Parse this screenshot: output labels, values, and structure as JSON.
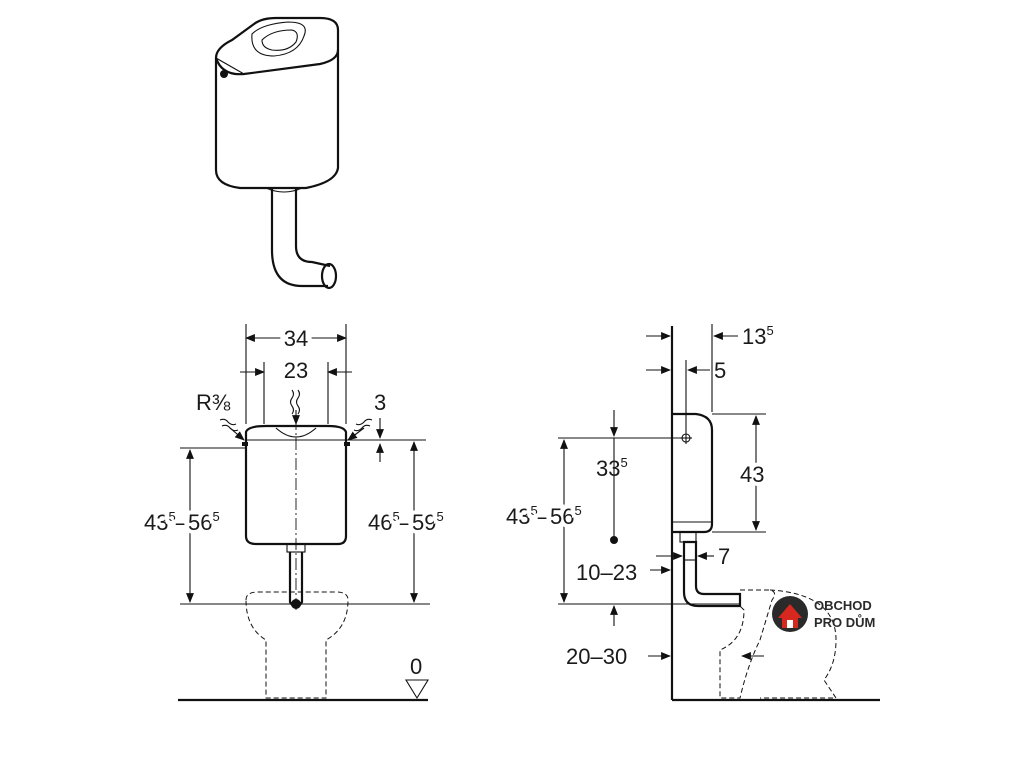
{
  "front_view": {
    "width_outer": "34",
    "width_inner": "23",
    "connection": "R⅜",
    "lid_offset": "3",
    "height_left": {
      "base": "43",
      "sup1": "5",
      "sep": "–",
      "base2": "56",
      "sup2": "5"
    },
    "height_right": {
      "base": "46",
      "sup1": "5",
      "sep": "–",
      "base2": "59",
      "sup2": "5"
    },
    "floor_level": "0"
  },
  "side_view": {
    "wall_offset": {
      "base": "13",
      "sup": "5"
    },
    "depth": "5",
    "tank_height": "43",
    "inlet_height": {
      "base": "33",
      "sup": "5"
    },
    "height": {
      "base": "43",
      "sup1": "5",
      "sep": "–",
      "base2": "56",
      "sup2": "5"
    },
    "pipe_offset": "7",
    "pipe_range": "10–23",
    "bowl_range": "20–30"
  },
  "logo": {
    "line1": "OBCHOD",
    "line2": "PRO DŮM",
    "color": "#d6281f"
  }
}
